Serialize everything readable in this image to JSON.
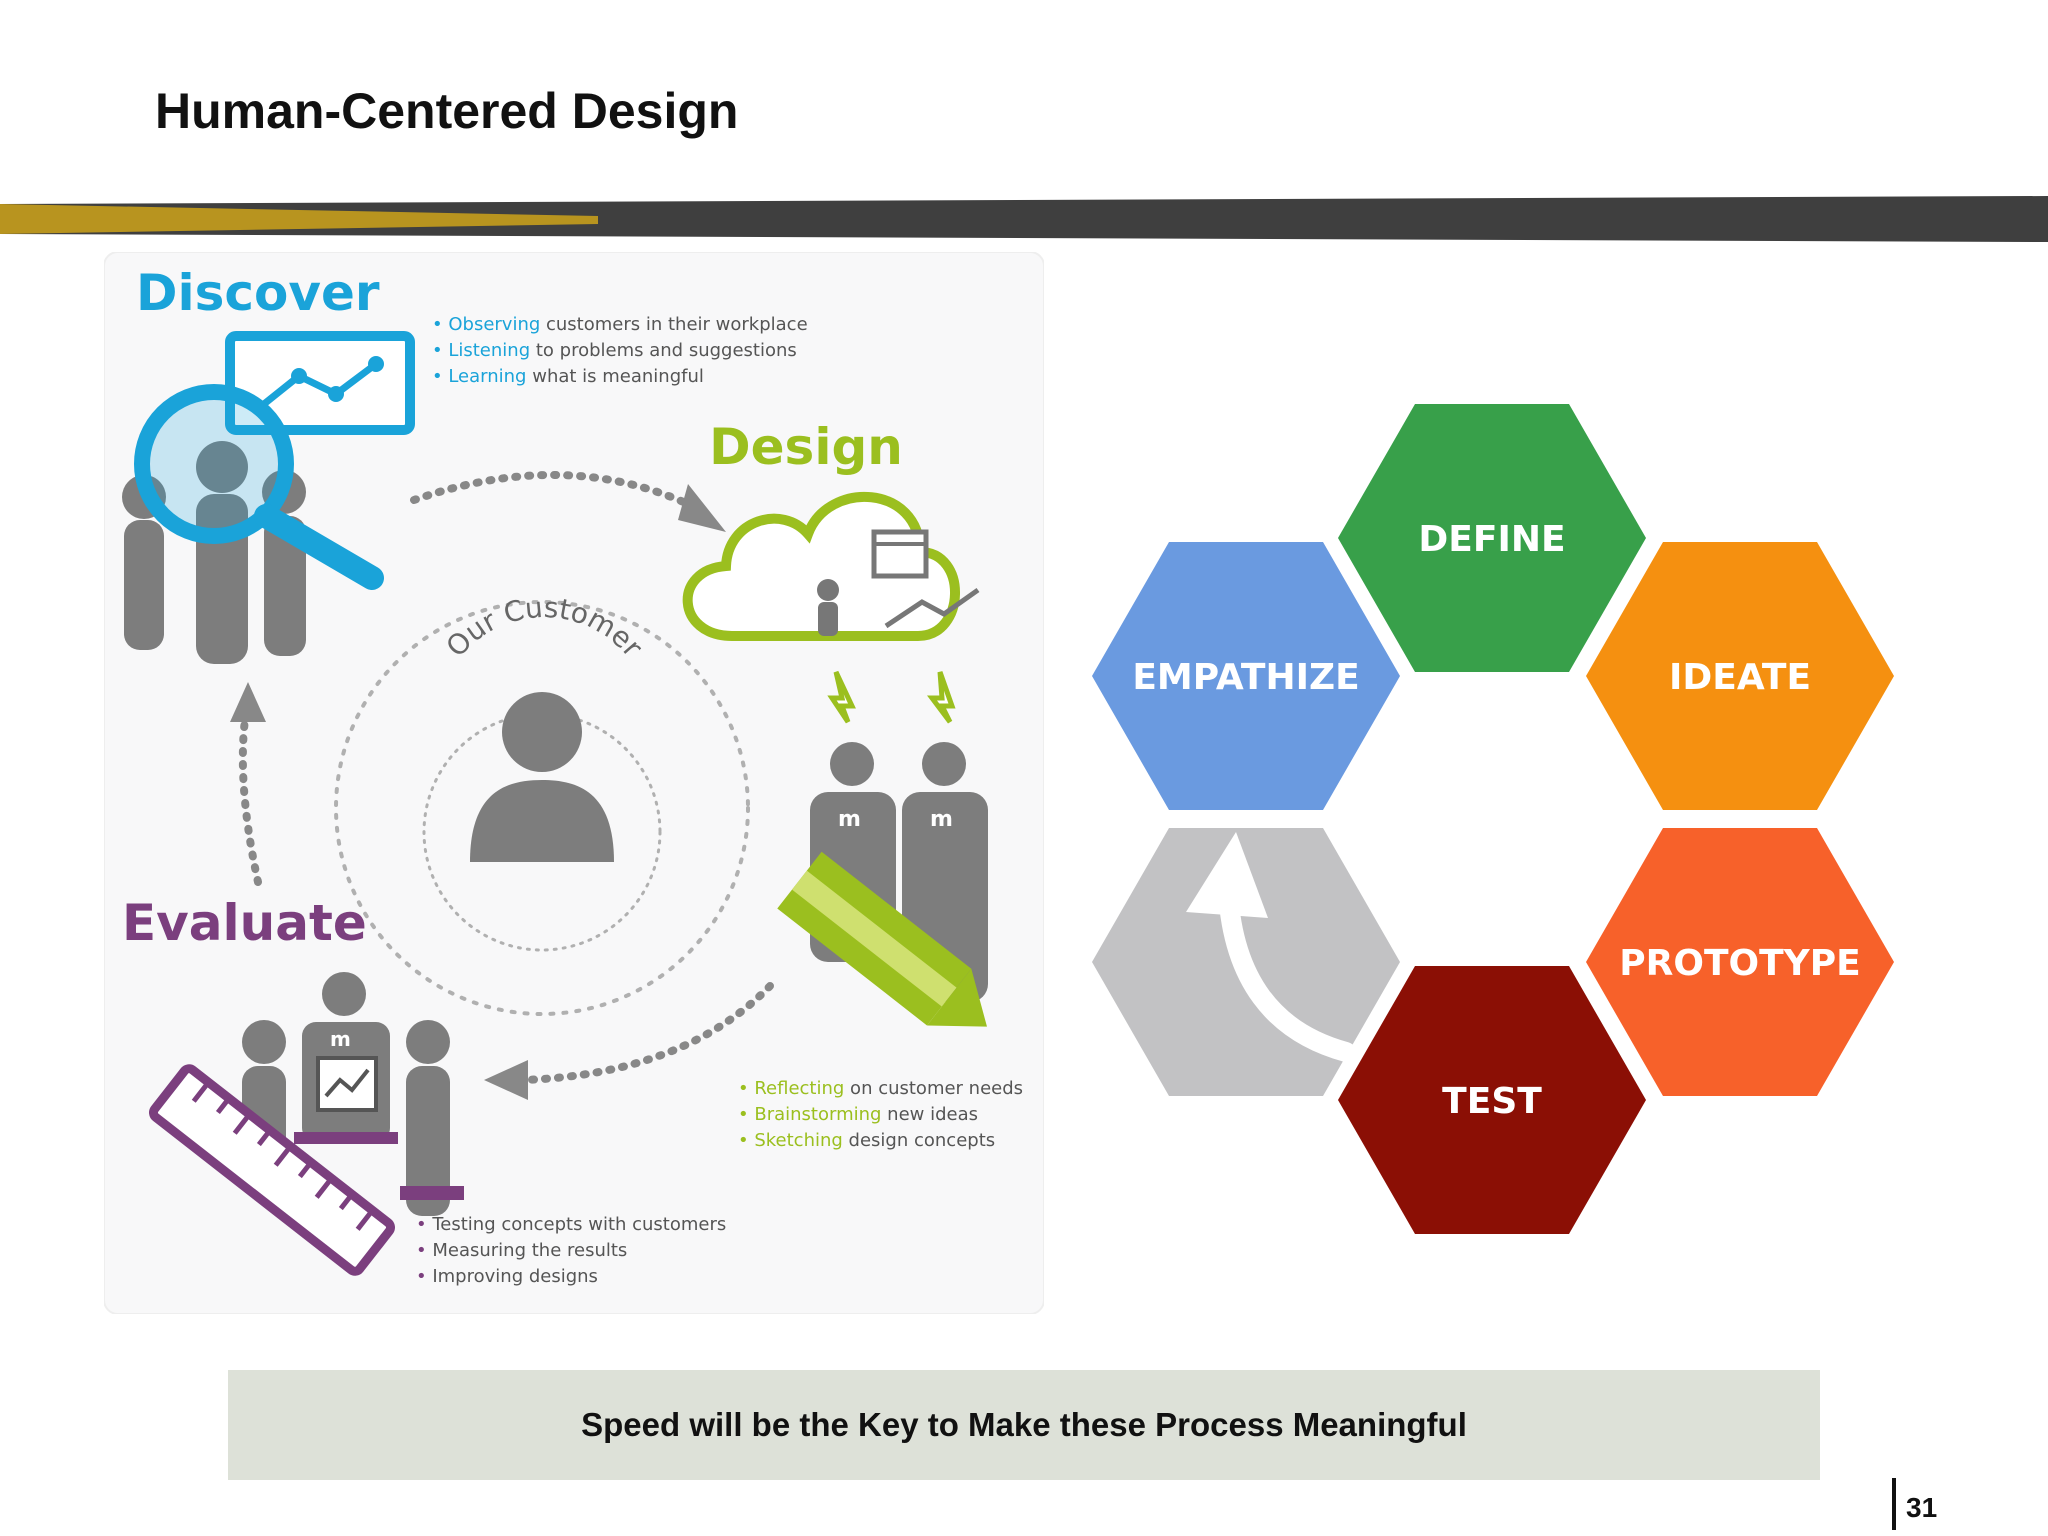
{
  "slide": {
    "title": "Human-Centered Design",
    "banner_text": "Speed will be the Key to Make these Process Meaningful",
    "page_number": "31"
  },
  "cycle": {
    "center_label": "Our Customer",
    "discover": {
      "title": "Discover",
      "color": "#1aa3d9",
      "bullets": [
        {
          "highlight": "Observing",
          "rest": " customers in their workplace"
        },
        {
          "highlight": "Listening",
          "rest": " to problems and suggestions"
        },
        {
          "highlight": "Learning",
          "rest": " what is meaningful"
        }
      ]
    },
    "design": {
      "title": "Design",
      "color": "#9bbf1f",
      "bullets": [
        {
          "highlight": "Reflecting",
          "rest": " on customer needs"
        },
        {
          "highlight": "Brainstorming",
          "rest": " new ideas"
        },
        {
          "highlight": "Sketching",
          "rest": " design concepts"
        }
      ]
    },
    "evaluate": {
      "title": "Evaluate",
      "color": "#7b3f7e",
      "bullets": [
        {
          "highlight": "",
          "rest": "Testing concepts with customers"
        },
        {
          "highlight": "",
          "rest": "Measuring the results"
        },
        {
          "highlight": "",
          "rest": "Improving designs"
        }
      ]
    }
  },
  "hexagons": {
    "empathize": {
      "label": "EMPATHIZE",
      "color": "#6a9ae0"
    },
    "define": {
      "label": "DEFINE",
      "color": "#38a04a"
    },
    "ideate": {
      "label": "IDEATE",
      "color": "#f59010"
    },
    "prototype": {
      "label": "PROTOTYPE",
      "color": "#f7612a"
    },
    "test": {
      "label": "TEST",
      "color": "#8b0f05"
    },
    "iterate": {
      "color": "#c2c2c4"
    }
  }
}
